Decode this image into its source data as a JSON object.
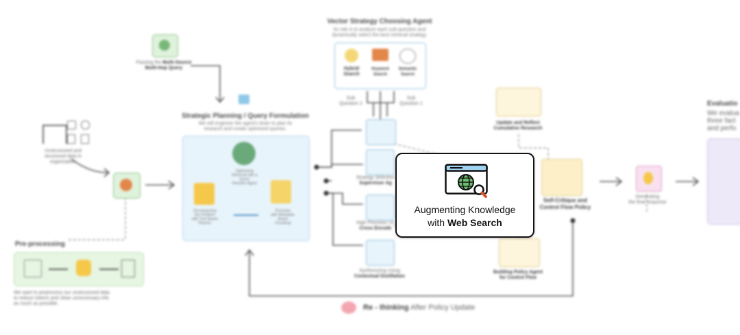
{
  "focus_card": {
    "line1": "Augmenting Knowledge",
    "line2_prefix": "with",
    "line2_bold": "Web Search"
  },
  "input": {
    "caption_prefix": "Passing the",
    "caption_bold1": "Multi-Source",
    "caption_bold2": "Multi-Hop Query"
  },
  "data_sources": {
    "caption1": "Unstructured and",
    "caption2": "structured data in",
    "caption3": "organization"
  },
  "preprocessing": {
    "title": "Pre-processing",
    "desc1": "We want to preprocess our unstructured data",
    "desc2": "to reduce tokens and clean unnecessary info",
    "desc3": "as much as possible."
  },
  "planning": {
    "title": "Strategic Planning / Query Formulation",
    "sub1": "We will engineer the agent's brain to plan its",
    "sub2": "research and create optimized queries.",
    "item1_1": "Optimizing",
    "item1_2": "Retrieval with a",
    "item1_3": "Query",
    "item1_4": "Rewriter Agent",
    "item2_1": "Decomposing",
    "item2_2": "the Problem",
    "item2_3": "with Tool-Aware",
    "item2_4": "Planner",
    "item3_1": "Precision",
    "item3_2": "with Metadata-",
    "item3_3": "Aware",
    "item3_4": "Chunking"
  },
  "vector_agent": {
    "title": "Vector Strategy Choosing Agent",
    "sub1": "Its role is to analyze each sub-question and",
    "sub2": "dynamically select the best retrieval strategy.",
    "opt1_1": "Hybrid",
    "opt1_2": "Search",
    "opt2_1": "Keyword",
    "opt2_2": "Search",
    "opt3_1": "Semantic",
    "opt3_2": "Search",
    "sq2_1": "Sub",
    "sq2_2": "Question 2",
    "sq1_1": "Sub",
    "sq1_2": "Question 1"
  },
  "tools": {
    "t1_1": "Strategy Selection",
    "t1_2": "Supervisor Ag",
    "t2_1": "High Precision Un",
    "t2_2": "Cross Encode",
    "t3_1": "Synthesizing Using",
    "t3_2": "Contextual Distillation"
  },
  "update": {
    "l1": "Update and Reflect",
    "l2": "Cumulative Research"
  },
  "critique": {
    "l1": "Self-Critique and",
    "l2": "Control Flow Policy"
  },
  "policy": {
    "l1": "Building Policy Agent",
    "l2": "for Control Flow"
  },
  "generate": {
    "l1": "Generating",
    "l2": "the final response"
  },
  "evaluation": {
    "title": "Evaluatio",
    "s1": "We evalua",
    "s2": "three fact",
    "s3": "and perfo"
  },
  "rethink": {
    "bold": "Re - thinking",
    "rest": "After Policy Update"
  }
}
